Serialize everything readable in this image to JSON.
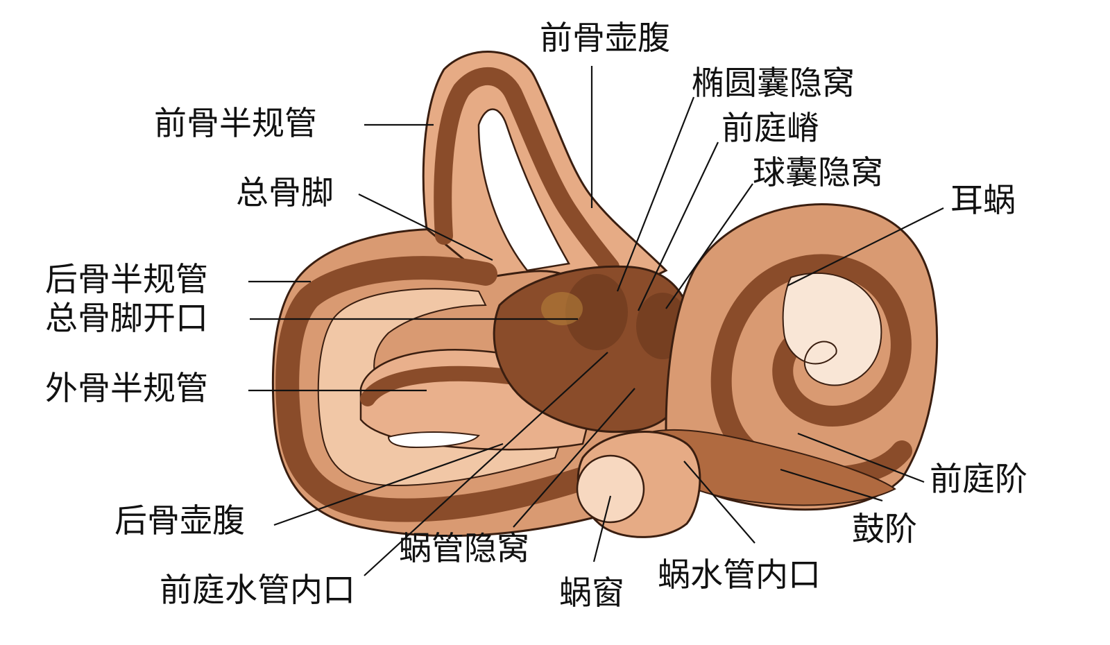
{
  "diagram": {
    "palette": {
      "bone_light": "#f1c7a6",
      "bone_mid": "#d99a72",
      "cavity_dark": "#8a4c2a",
      "cavity_deep": "#6e3a1e",
      "outline": "#3a1e10",
      "highlight": "#f9e6d6",
      "leader_line": "#111111"
    },
    "labels": {
      "anterior_ampulla": "前骨壶腹",
      "elliptical_recess": "椭圆囊隐窝",
      "vestibular_crest": "前庭嵴",
      "spherical_recess": "球囊隐窝",
      "anterior_canal": "前骨半规管",
      "common_crus": "总骨脚",
      "cochlea": "耳蜗",
      "posterior_canal": "后骨半规管",
      "common_crus_opening": "总骨脚开口",
      "lateral_canal": "外骨半规管",
      "scala_vestibuli": "前庭阶",
      "posterior_ampulla": "后骨壶腹",
      "scala_tympani": "鼓阶",
      "cochlear_recess": "蜗管隐窝",
      "vestibular_aqueduct_opening": "前庭水管内口",
      "round_window": "蜗窗",
      "cochlear_aqueduct_opening": "蜗水管内口"
    }
  }
}
